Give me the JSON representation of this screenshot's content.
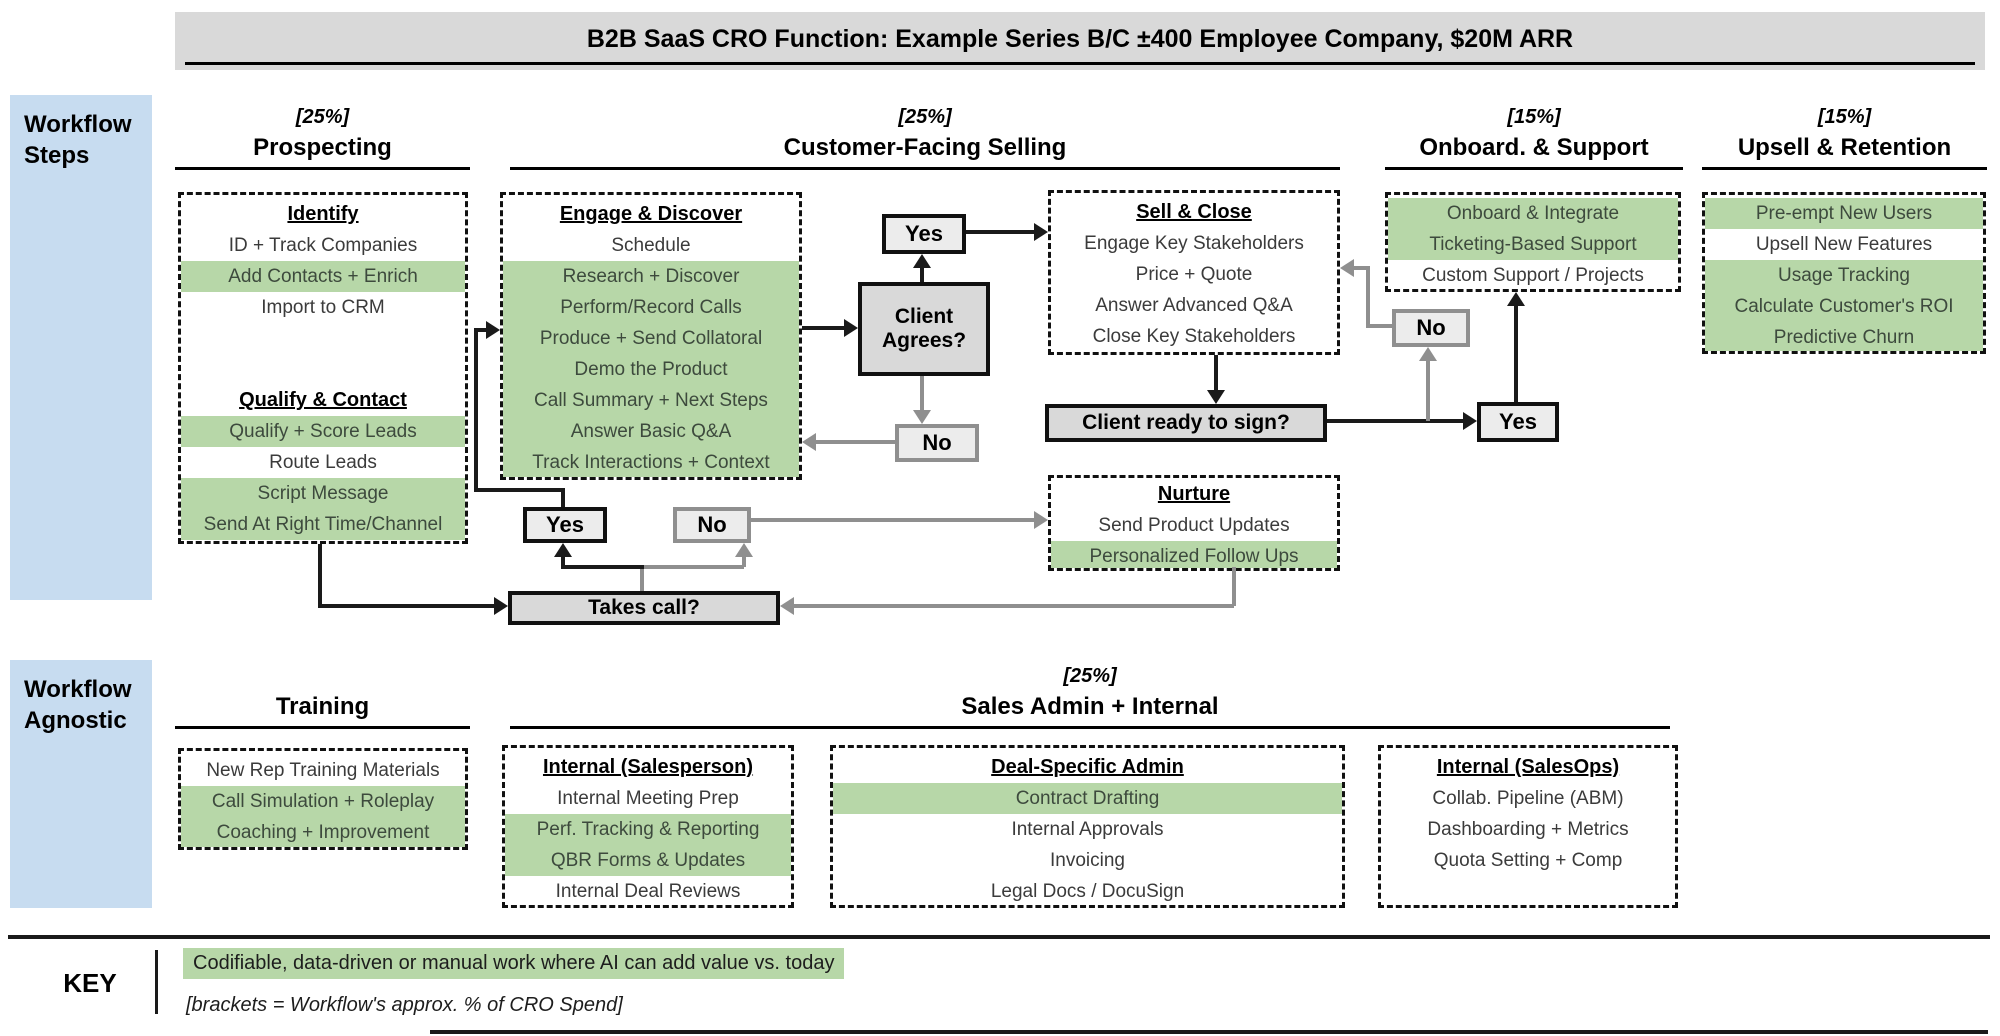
{
  "title": "B2B SaaS CRO Function: Example Series B/C ±400 Employee Company, $20M ARR",
  "sidebar": {
    "steps": {
      "line1": "Workflow",
      "line2": "Steps"
    },
    "agnostic": {
      "line1": "Workflow",
      "line2": "Agnostic"
    }
  },
  "headers": {
    "prospecting": {
      "percent": "[25%]",
      "label": "Prospecting"
    },
    "selling": {
      "percent": "[25%]",
      "label": "Customer-Facing Selling"
    },
    "onboard": {
      "percent": "[15%]",
      "label": "Onboard. & Support"
    },
    "upsell": {
      "percent": "[15%]",
      "label": "Upsell & Retention"
    },
    "training": {
      "percent": "",
      "label": "Training"
    },
    "sales_admin": {
      "percent": "[25%]",
      "label": "Sales Admin + Internal"
    }
  },
  "flow": {
    "yes_label": "Yes",
    "no_label": "No",
    "client_agrees": "Client Agrees?",
    "client_ready": "Client ready to sign?",
    "takes_call": "Takes call?"
  },
  "boxes": {
    "prospecting": {
      "rows": [
        {
          "type": "header",
          "label": "Identify"
        },
        {
          "label": "ID + Track Companies",
          "ai": false
        },
        {
          "label": "Add Contacts + Enrich",
          "ai": true
        },
        {
          "label": "Import to CRM",
          "ai": false
        },
        {
          "type": "spacer"
        },
        {
          "type": "header",
          "label": "Qualify & Contact"
        },
        {
          "label": "Qualify + Score Leads",
          "ai": true
        },
        {
          "label": "Route Leads",
          "ai": false
        },
        {
          "label": "Script Message",
          "ai": true
        },
        {
          "label": "Send At Right Time/Channel",
          "ai": true
        }
      ]
    },
    "engage": {
      "rows": [
        {
          "type": "header",
          "label": "Engage & Discover"
        },
        {
          "label": "Schedule",
          "ai": false
        },
        {
          "label": "Research + Discover",
          "ai": true
        },
        {
          "label": "Perform/Record Calls",
          "ai": true
        },
        {
          "label": "Produce + Send Collatoral",
          "ai": true
        },
        {
          "label": "Demo the Product",
          "ai": true
        },
        {
          "label": "Call Summary + Next Steps",
          "ai": true
        },
        {
          "label": "Answer Basic Q&A",
          "ai": true
        },
        {
          "label": "Track Interactions + Context",
          "ai": true
        }
      ]
    },
    "sell_close": {
      "rows": [
        {
          "type": "header",
          "label": "Sell & Close"
        },
        {
          "label": "Engage Key Stakeholders",
          "ai": false
        },
        {
          "label": "Price + Quote",
          "ai": false
        },
        {
          "label": "Answer Advanced Q&A",
          "ai": false
        },
        {
          "label": "Close Key Stakeholders",
          "ai": false
        }
      ]
    },
    "onboard": {
      "rows": [
        {
          "label": "Onboard & Integrate",
          "ai": true
        },
        {
          "label": "Ticketing-Based Support",
          "ai": true
        },
        {
          "label": "Custom Support / Projects",
          "ai": false
        }
      ]
    },
    "upsell": {
      "rows": [
        {
          "label": "Pre-empt New Users",
          "ai": true
        },
        {
          "label": "Upsell New Features",
          "ai": false
        },
        {
          "label": "Usage Tracking",
          "ai": true
        },
        {
          "label": "Calculate Customer's ROI",
          "ai": true
        },
        {
          "label": "Predictive Churn",
          "ai": true
        }
      ]
    },
    "nurture": {
      "rows": [
        {
          "type": "header",
          "label": "Nurture"
        },
        {
          "label": "Send Product Updates",
          "ai": false
        },
        {
          "label": "Personalized Follow Ups",
          "ai": true
        }
      ]
    },
    "training": {
      "rows": [
        {
          "label": "New Rep Training Materials",
          "ai": false
        },
        {
          "label": "Call Simulation + Roleplay",
          "ai": true
        },
        {
          "label": "Coaching + Improvement",
          "ai": true
        }
      ]
    },
    "internal_salesperson": {
      "rows": [
        {
          "type": "header",
          "label": "Internal (Salesperson)"
        },
        {
          "label": "Internal Meeting Prep",
          "ai": false
        },
        {
          "label": "Perf. Tracking & Reporting",
          "ai": true
        },
        {
          "label": "QBR Forms & Updates",
          "ai": true
        },
        {
          "label": "Internal Deal Reviews",
          "ai": false
        }
      ]
    },
    "deal_admin": {
      "rows": [
        {
          "type": "header",
          "label": "Deal-Specific Admin"
        },
        {
          "label": "Contract Drafting",
          "ai": true
        },
        {
          "label": "Internal Approvals",
          "ai": false
        },
        {
          "label": "Invoicing",
          "ai": false
        },
        {
          "label": "Legal Docs / DocuSign",
          "ai": false
        }
      ]
    },
    "internal_salesops": {
      "rows": [
        {
          "type": "header",
          "label": "Internal (SalesOps)"
        },
        {
          "label": "Collab. Pipeline (ABM)",
          "ai": false
        },
        {
          "label": "Dashboarding + Metrics",
          "ai": false
        },
        {
          "label": "Quota Setting + Comp",
          "ai": false
        }
      ]
    }
  },
  "legend": {
    "key_label": "KEY",
    "green_meaning": "Codifiable, data-driven or manual work where AI can add value vs. today",
    "brackets_note": "[brackets = Workflow's approx. % of CRO Spend]"
  },
  "colors": {
    "ai_green": "#b7d7a8",
    "sidebar_blue": "#c7dcf0",
    "node_gray": "#d9d9d9",
    "arrow_gray": "#8f8f8f",
    "arrow_black": "#1a1a1a"
  }
}
